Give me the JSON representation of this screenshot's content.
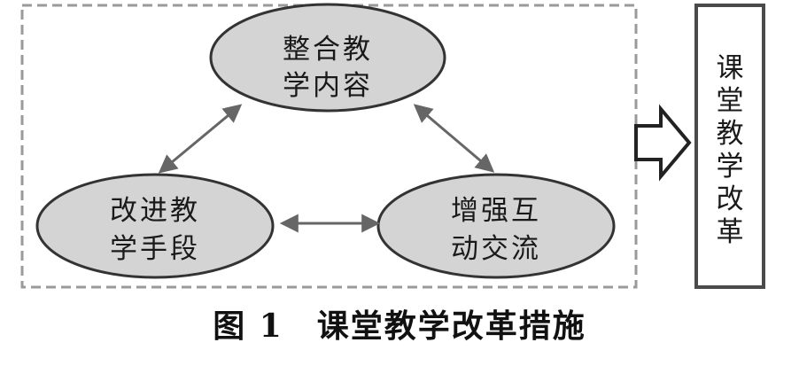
{
  "diagram": {
    "nodes": {
      "top": {
        "line1": "整合教",
        "line2": "学内容"
      },
      "left": {
        "line1": "改进教",
        "line2": "学手段"
      },
      "right": {
        "line1": "增强互",
        "line2": "动交流"
      }
    },
    "result": {
      "chars": [
        "课",
        "堂",
        "教",
        "学",
        "改",
        "革"
      ]
    }
  },
  "caption": {
    "number": "图 1",
    "title": "课堂教学改革措施"
  }
}
